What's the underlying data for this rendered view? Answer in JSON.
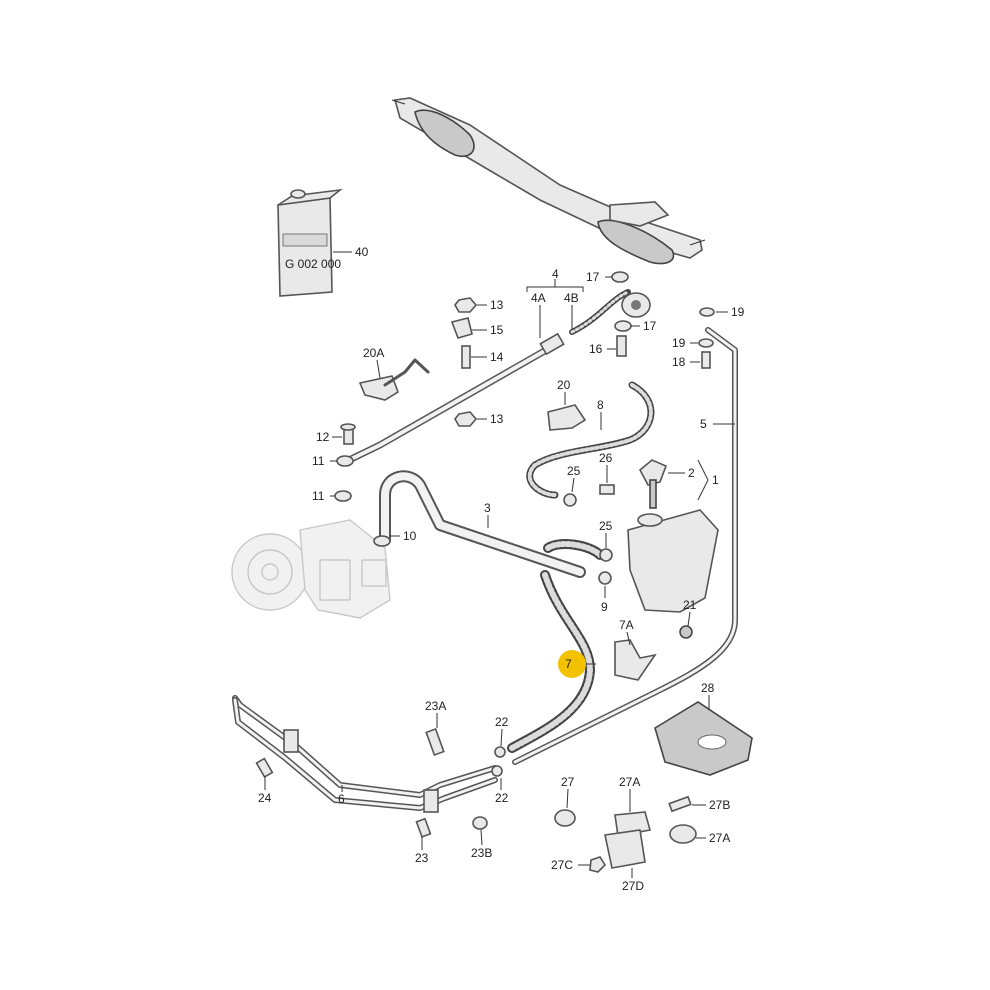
{
  "diagram": {
    "highlight_color": "#f2c200",
    "fluid_can_text": "G 002 000",
    "labels": {
      "p40": "40",
      "p13a": "13",
      "p15": "15",
      "p14": "14",
      "p13b": "13",
      "p12": "12",
      "p11a": "11",
      "p11b": "11",
      "p10": "10",
      "p20a": "20A",
      "p20": "20",
      "p4": "4",
      "p4a": "4A",
      "p4b": "4B",
      "p17a": "17",
      "p17b": "17",
      "p16": "16",
      "p19a": "19",
      "p19b": "19",
      "p18": "18",
      "p5": "5",
      "p8": "8",
      "p3": "3",
      "p25a": "25",
      "p26": "26",
      "p25b": "25",
      "p9": "9",
      "p2": "2",
      "p1": "1",
      "p21": "21",
      "p7a": "7A",
      "p7": "7",
      "p28": "28",
      "p23a": "23A",
      "p22a": "22",
      "p22b": "22",
      "p24": "24",
      "p6": "6",
      "p23": "23",
      "p23b": "23B",
      "p27": "27",
      "p27a_top": "27A",
      "p27b": "27B",
      "p27a_right": "27A",
      "p27c": "27C",
      "p27d": "27D"
    }
  }
}
